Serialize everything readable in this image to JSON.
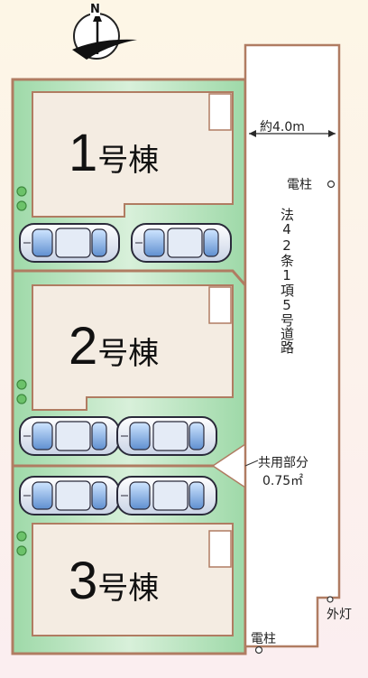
{
  "compass": {
    "label": "N"
  },
  "lots": [
    {
      "number": "1",
      "suffix": "号棟"
    },
    {
      "number": "2",
      "suffix": "号棟"
    },
    {
      "number": "3",
      "suffix": "号棟"
    }
  ],
  "road": {
    "width_label": "約4.0m",
    "type_label": "法42条1項5号道路"
  },
  "poles": [
    {
      "label": "電柱"
    },
    {
      "label": "電柱"
    }
  ],
  "lamp": {
    "label": "外灯"
  },
  "shared": {
    "label": "共用部分",
    "area": "0.75㎡"
  },
  "colors": {
    "land_green": "#9ed9a8",
    "building_fill": "#f4ece2",
    "boundary": "#b07c62",
    "road_fill": "#ffffff"
  }
}
